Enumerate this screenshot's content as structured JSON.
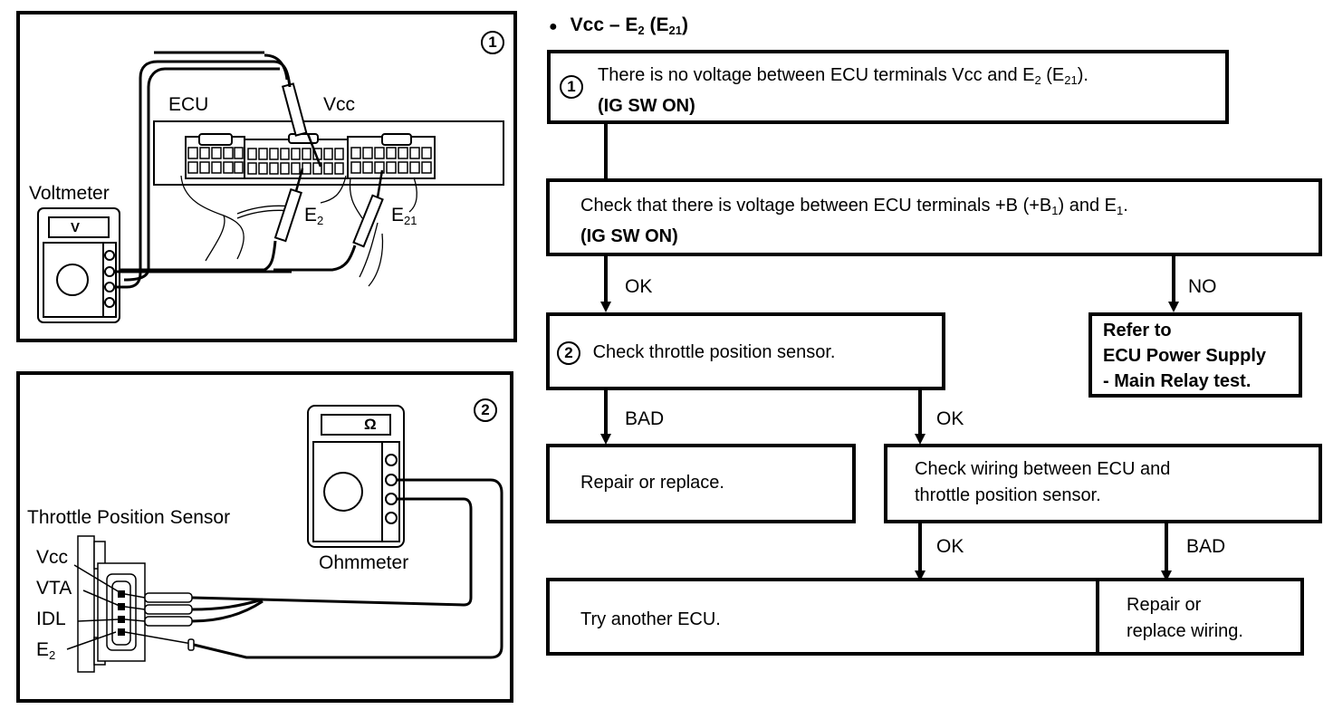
{
  "heading": {
    "bullet": "●",
    "text": "Vcc – E",
    "sub1": "2",
    "paren_open": " (E",
    "sub2": "21",
    "paren_close": ")"
  },
  "figure1": {
    "number": "1",
    "ecu_label": "ECU",
    "vcc_label": "Vcc",
    "e2_label": "E",
    "e2_sub": "2",
    "e21_label": "E",
    "e21_sub": "21",
    "meter_label": "Voltmeter",
    "meter_display": "V"
  },
  "figure2": {
    "number": "2",
    "sensor_label": "Throttle Position Sensor",
    "meter_label": "Ohmmeter",
    "meter_display": "Ω",
    "terminals": [
      "Vcc",
      "VTA",
      "IDL",
      "E"
    ],
    "e2_sub": "2"
  },
  "flow": {
    "step1": {
      "number": "1",
      "line1_a": "There is no voltage between ECU terminals Vcc and E",
      "line1_sub1": "2",
      "line1_b": " (E",
      "line1_sub2": "21",
      "line1_c": ").",
      "line2": "(IG SW ON)"
    },
    "check_power": {
      "line1_a": "Check that there is voltage between ECU terminals +B (+B",
      "line1_sub1": "1",
      "line1_b": ") and E",
      "line1_sub2": "1",
      "line1_c": ".",
      "line2": "(IG SW ON)"
    },
    "label_ok_1": "OK",
    "label_no": "NO",
    "step2": {
      "number": "2",
      "text": "Check throttle position sensor."
    },
    "refer": {
      "line1": "Refer to",
      "line2": "ECU Power Supply",
      "line3": "- Main Relay test."
    },
    "label_bad_1": "BAD",
    "label_ok_2": "OK",
    "repair": "Repair or replace.",
    "check_wiring": {
      "line1": "Check wiring between ECU and",
      "line2": "throttle position sensor."
    },
    "label_ok_3": "OK",
    "label_bad_2": "BAD",
    "try_ecu": "Try another ECU.",
    "repair_wiring": {
      "line1": "Repair or",
      "line2": "replace wiring."
    }
  }
}
